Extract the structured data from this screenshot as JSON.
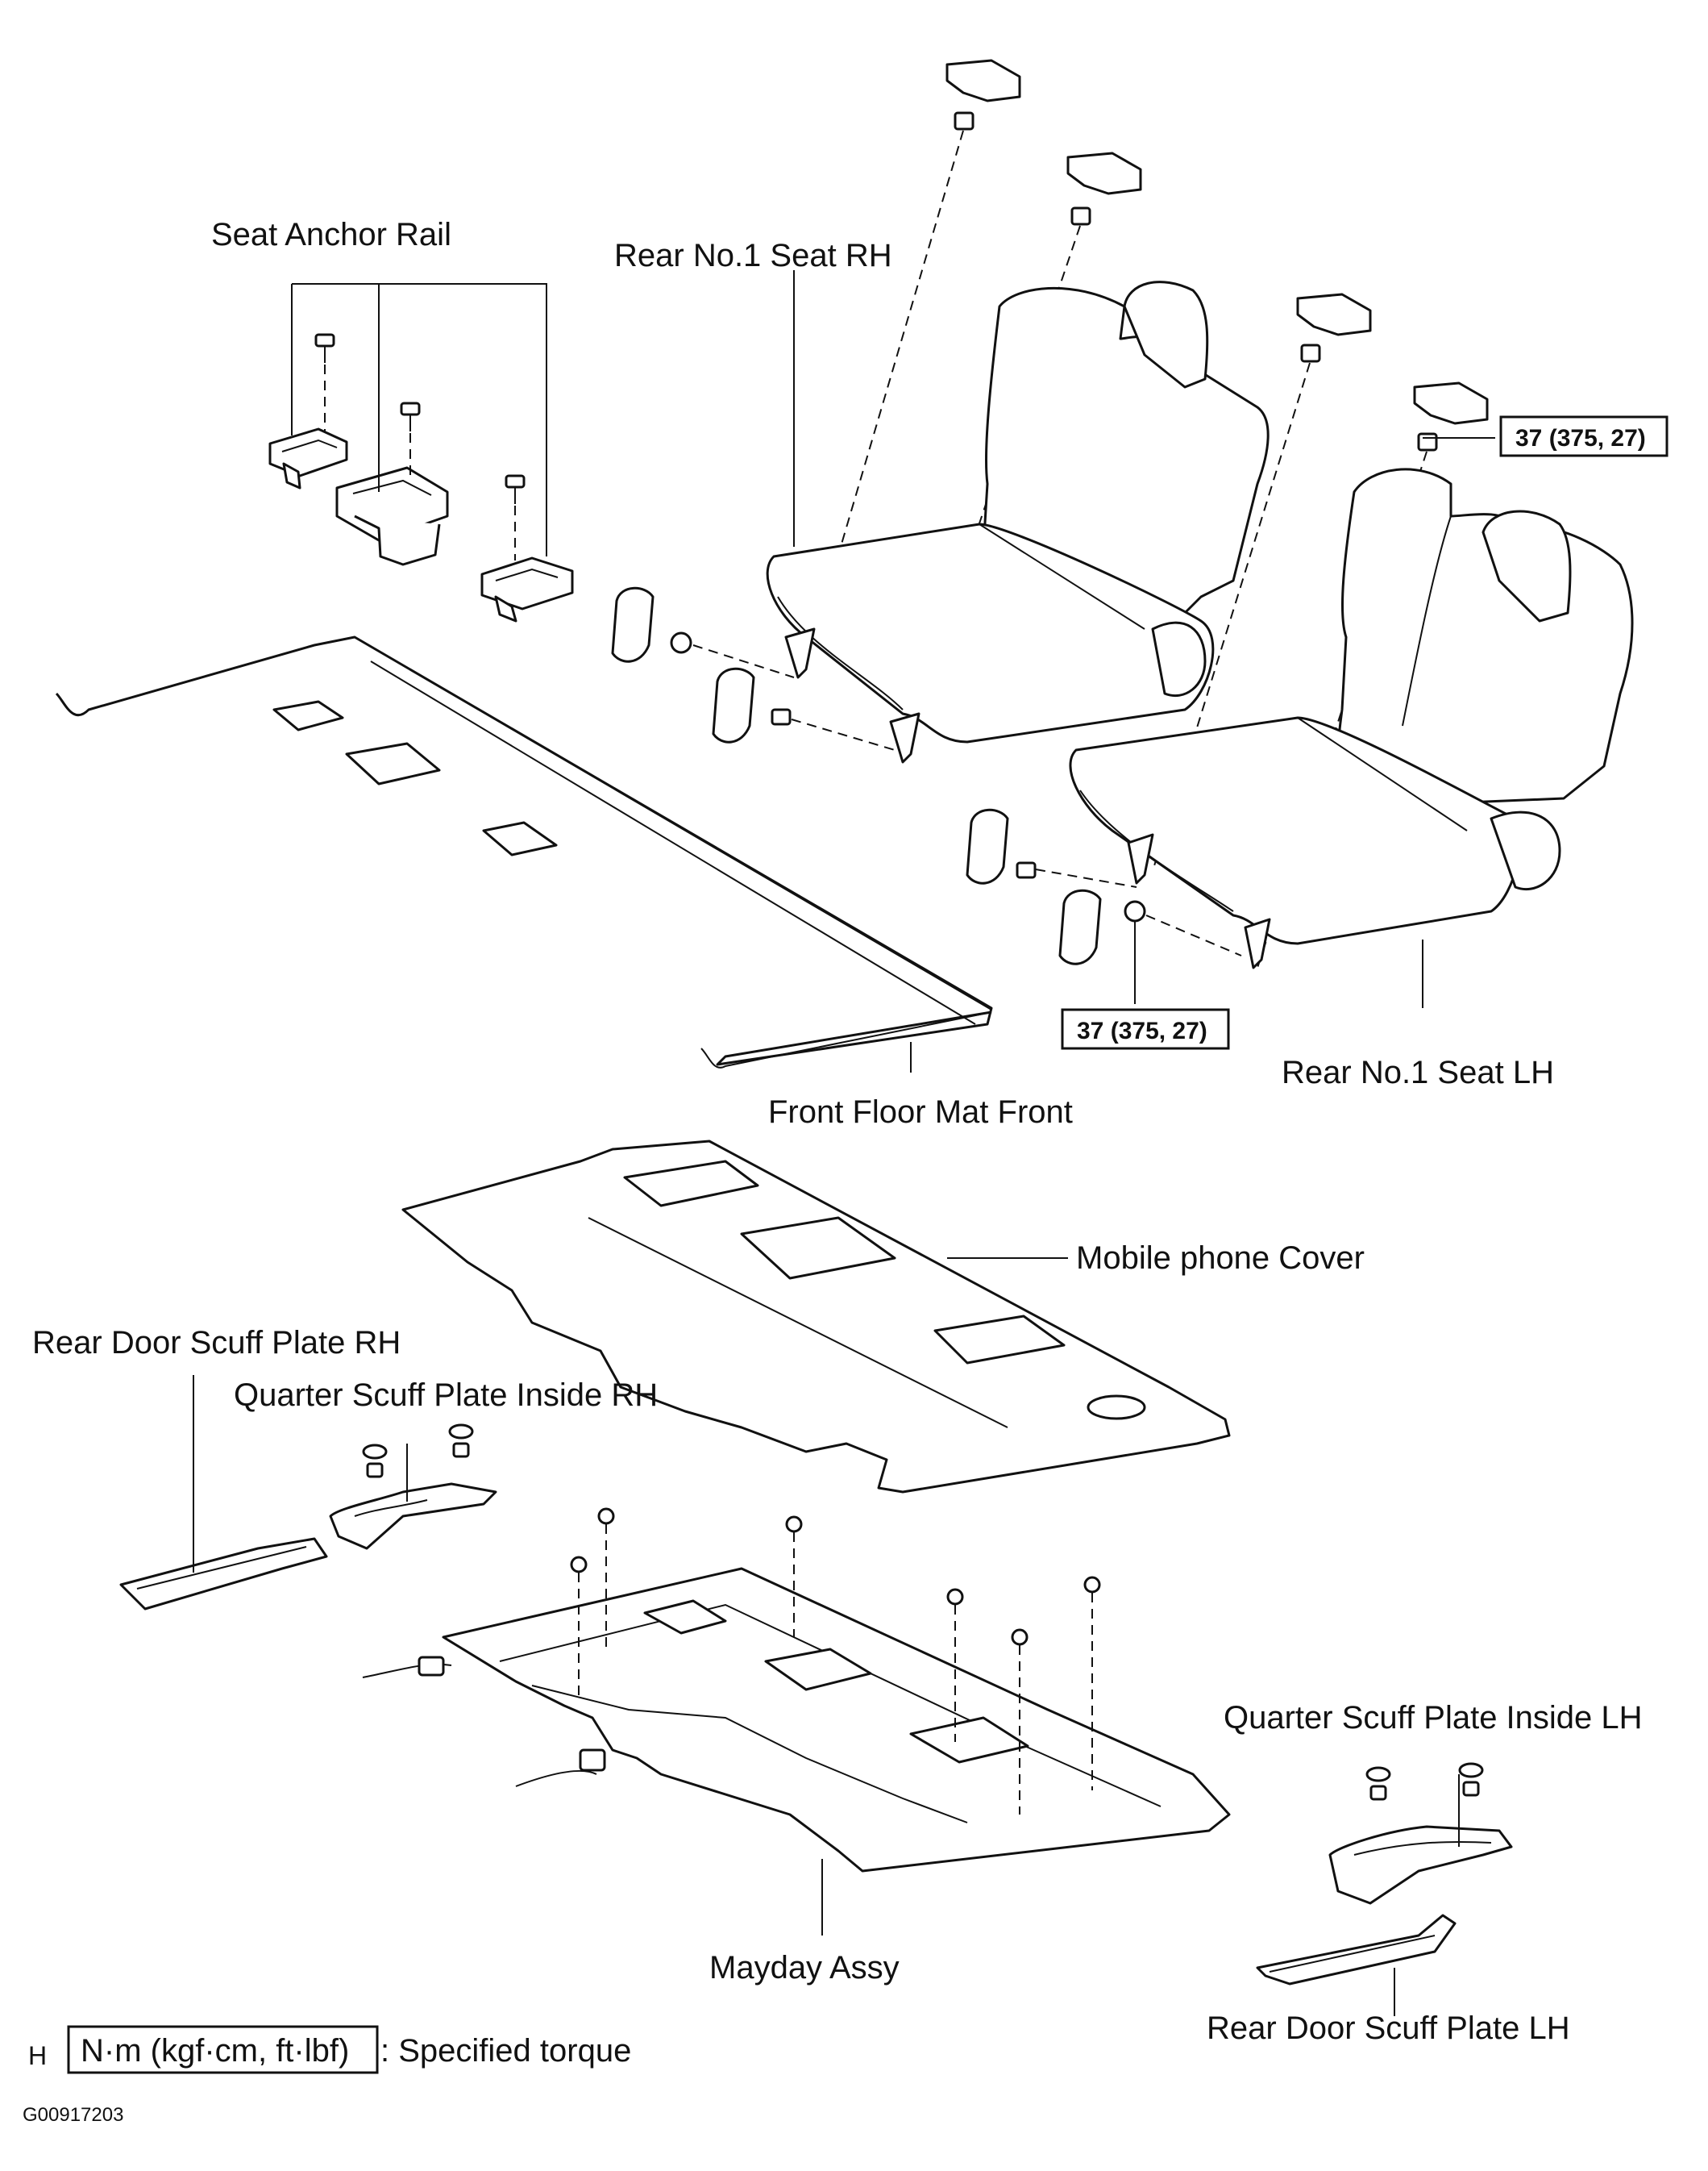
{
  "labels": {
    "seat_anchor_rail": "Seat Anchor Rail",
    "rear_no1_seat_rh": "Rear No.1 Seat RH",
    "rear_no1_seat_lh": "Rear No.1 Seat LH",
    "front_floor_mat_front": "Front Floor Mat Front",
    "mobile_phone_cover": "Mobile phone Cover",
    "rear_door_scuff_plate_rh": "Rear Door Scuff Plate RH",
    "quarter_scuff_plate_inside_rh": "Quarter Scuff Plate Inside RH",
    "quarter_scuff_plate_inside_lh": "Quarter Scuff Plate Inside LH",
    "rear_door_scuff_plate_lh": "Rear Door Scuff Plate LH",
    "mayday_assy": "Mayday Assy"
  },
  "torque": {
    "upper": "37 (375, 27)",
    "lower": "37 (375, 27)"
  },
  "legend": {
    "prefix": "H",
    "unit_box": "N·m (kgf·cm, ft·lbf)",
    "description": ": Specified torque"
  },
  "figure_id": "G00917203"
}
